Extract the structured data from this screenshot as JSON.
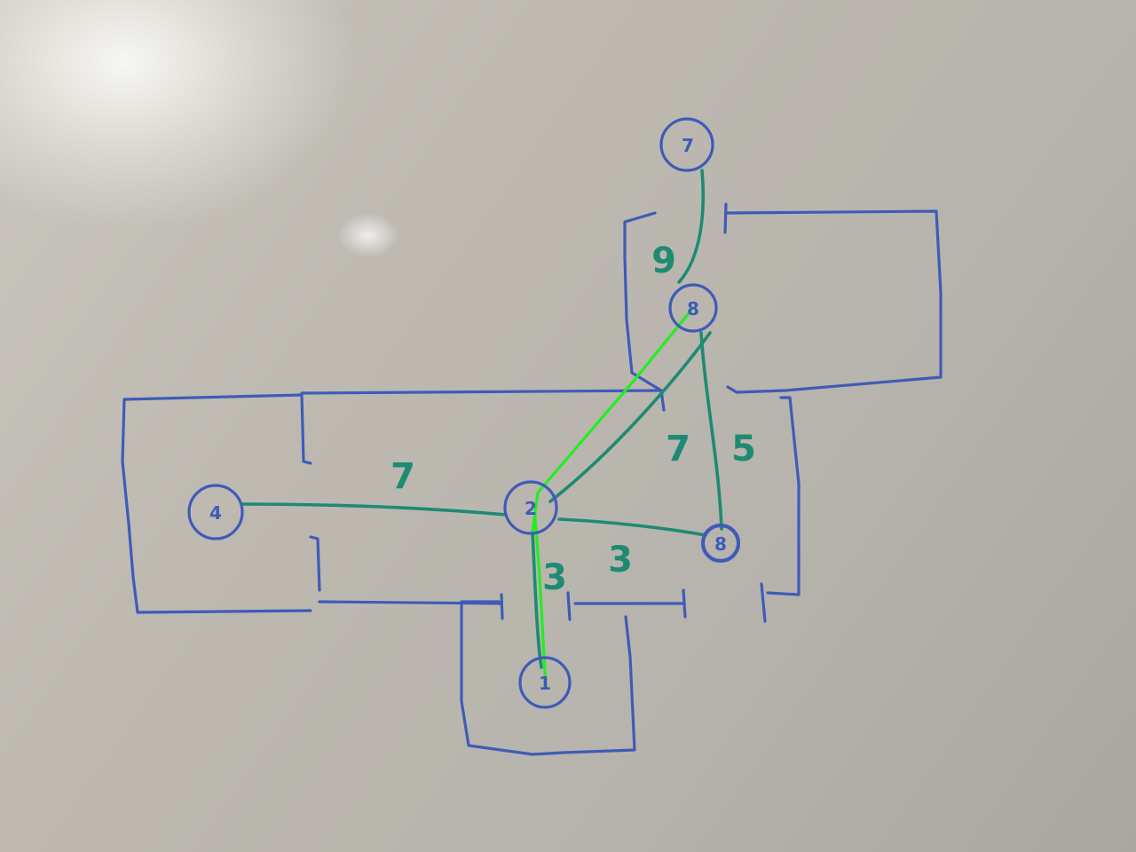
{
  "colors": {
    "marker_blue": "#3f5bb8",
    "marker_teal": "#1e8a72",
    "highlight_green": "#22ee22"
  },
  "nodes": {
    "top": "7",
    "upper_middle": "8",
    "left": "4",
    "center": "2",
    "right": "8",
    "bottom": "1"
  },
  "edge_weights": {
    "top_to_upper": "9",
    "left_to_center": "7",
    "center_to_upper": "7",
    "upper_to_right": "5",
    "center_to_bottom": "3",
    "center_to_right": "3"
  }
}
